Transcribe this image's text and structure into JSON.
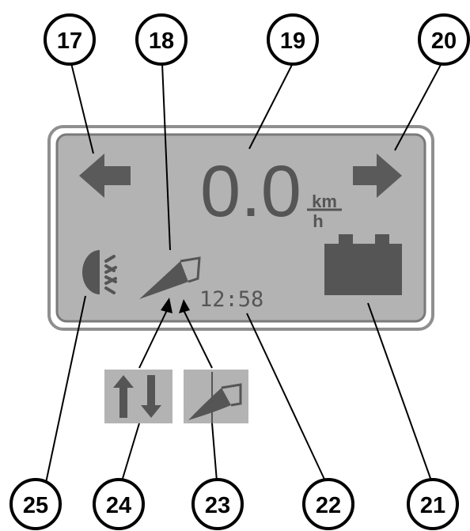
{
  "display": {
    "speed_value": "0.0",
    "speed_unit_top": "km",
    "speed_unit_bottom": "h",
    "clock": "12:58",
    "colors": {
      "lcd_background": "#b3b3b3",
      "lcd_frame": "#8f8f8f",
      "segment": "#555555",
      "callout": "#000000"
    }
  },
  "icons": {
    "left_arrow": "left-turn-arrow-icon",
    "right_arrow": "right-turn-arrow-icon",
    "lights": "headlight-icon",
    "wedge": "working-width-wedge-icon",
    "battery": "battery-icon",
    "up_down": "up-down-arrows-icon",
    "wedge_pos": "wedge-position-icon"
  },
  "callouts": [
    "17",
    "18",
    "19",
    "20",
    "21",
    "22",
    "23",
    "24",
    "25"
  ]
}
